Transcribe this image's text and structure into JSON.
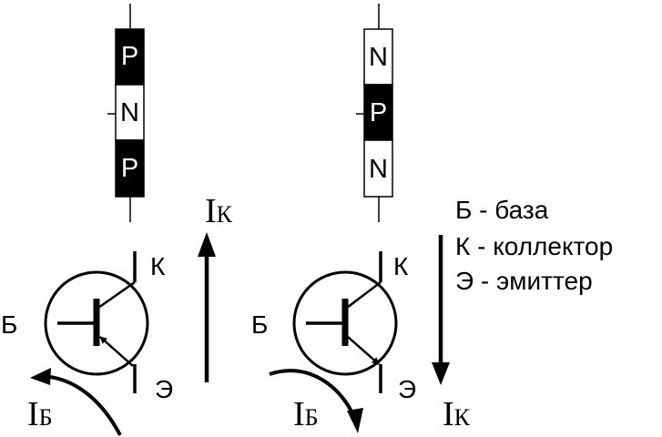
{
  "pnp": {
    "layers": [
      "P",
      "N",
      "P"
    ],
    "layer_colors": [
      "#000000",
      "#ffffff",
      "#000000"
    ],
    "labels": {
      "base": "Б",
      "collector": "К",
      "emitter": "Э"
    },
    "currents": {
      "collector": "I",
      "collector_sub": "К",
      "base": "I",
      "base_sub": "Б"
    }
  },
  "npn": {
    "layers": [
      "N",
      "P",
      "N"
    ],
    "layer_colors": [
      "#ffffff",
      "#000000",
      "#ffffff"
    ],
    "labels": {
      "base": "Б",
      "collector": "К",
      "emitter": "Э"
    },
    "currents": {
      "collector": "I",
      "collector_sub": "К",
      "base": "I",
      "base_sub": "Б"
    }
  },
  "legend": [
    {
      "text": "Б - база"
    },
    {
      "text": "К - коллектор"
    },
    {
      "text": "Э - эмиттер"
    }
  ]
}
